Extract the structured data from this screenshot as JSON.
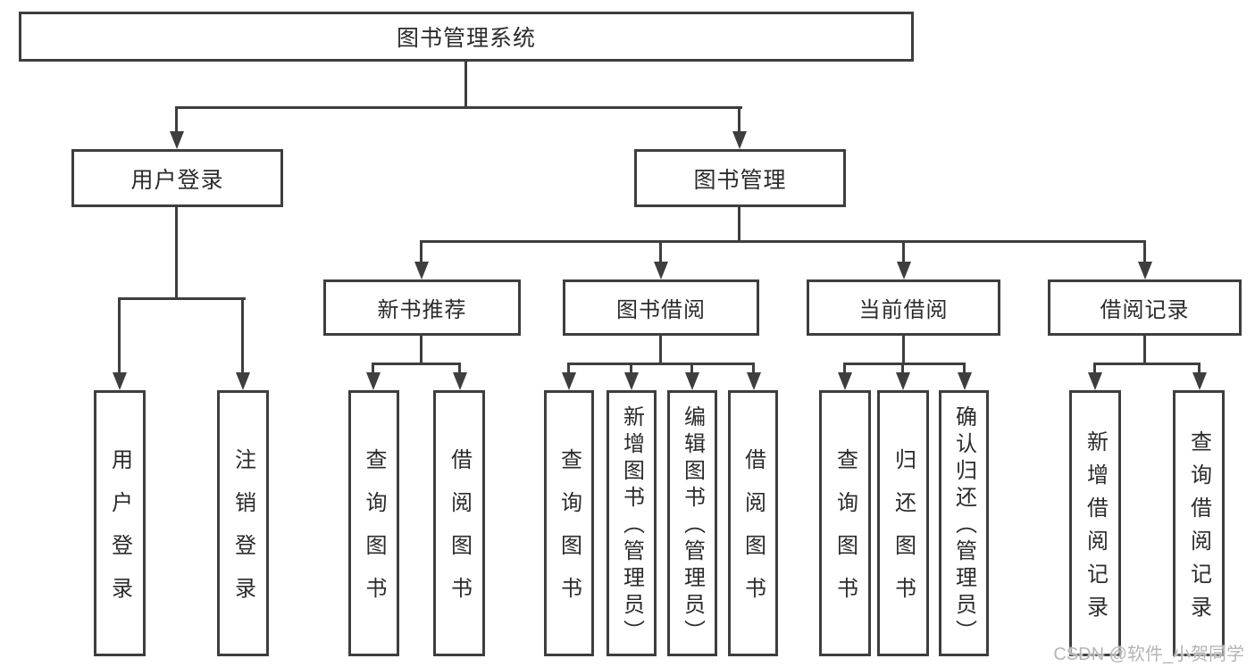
{
  "diagram": {
    "root": "图书管理系统",
    "level1": {
      "user_login": "用户登录",
      "book_mgmt": "图书管理"
    },
    "level2": {
      "new_book_rec": "新书推荐",
      "book_borrow": "图书借阅",
      "current_borrow": "当前借阅",
      "borrow_records": "借阅记录"
    },
    "leaves": {
      "user_login_leaf": "用户登录",
      "logout_leaf": "注销登录",
      "rec_query_books": "查询图书",
      "rec_borrow_books": "借阅图书",
      "bb_query_books": "查询图书",
      "bb_add_books": "新增图书（管理员）",
      "bb_edit_books": "编辑图书（管理员）",
      "bb_borrow_books": "借阅图书",
      "cb_query_books": "查询图书",
      "cb_return_books": "归还图书",
      "cb_confirm_return": "确认归还（管理员）",
      "br_add_record": "新增借阅记录",
      "br_query_record": "查询借阅记录"
    },
    "watermark": "CSDN @软件_小贺同学"
  },
  "colors": {
    "line": "#3e3e3e",
    "text": "#2b2b2b",
    "watermark": "#b5b5b5",
    "background": "#ffffff"
  }
}
